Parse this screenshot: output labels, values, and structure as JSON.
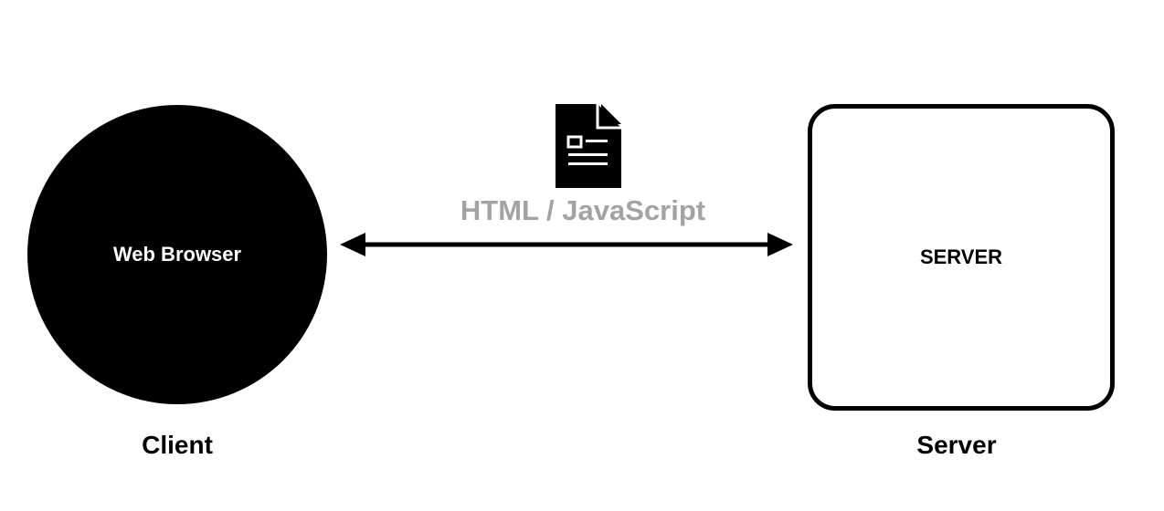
{
  "client": {
    "node_label": "Web Browser",
    "caption": "Client"
  },
  "server": {
    "node_label": "SERVER",
    "caption": "Server"
  },
  "transfer": {
    "label": "HTML / JavaScript",
    "icon": "document-icon"
  },
  "colors": {
    "node_fill": "#000000",
    "label_gray": "#a3a3a3",
    "background": "#ffffff"
  }
}
